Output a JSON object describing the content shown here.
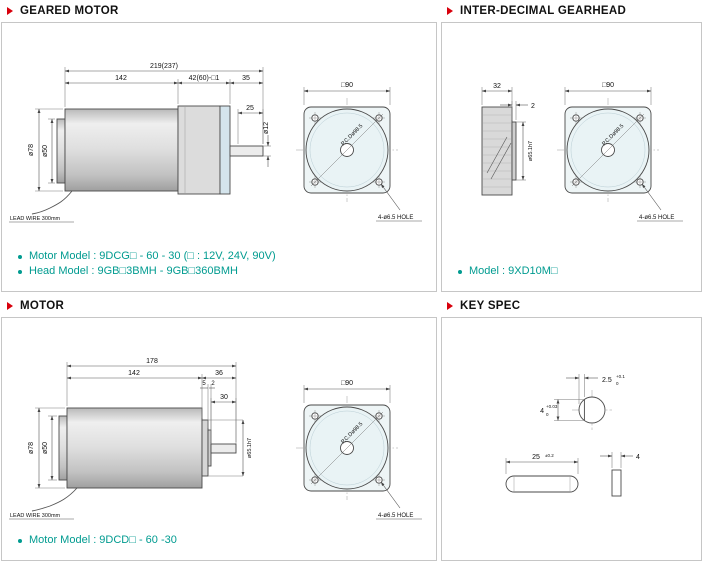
{
  "page": {
    "accent_red": "#d8000c",
    "teal": "#009b90"
  },
  "panels": {
    "geared_motor": {
      "title": "GEARED MOTOR",
      "bullets": [
        {
          "label": "Motor Model : 9DCG□ - 60 - 30 (□ : 12V, 24V, 90V)"
        },
        {
          "label": "Head Model : 9GB□3BMH - 9GB□360BMH"
        }
      ],
      "dims": {
        "overall": "219(237)",
        "body": "142",
        "gearhead": "42(60)-□1",
        "shaft": "35",
        "shaft_usable": "25",
        "body_dia": "ø78",
        "cap_dia": "ø50",
        "shaft_dia": "ø12",
        "flange": "□90",
        "pcd": "P.C.Dø98.5",
        "holes": "4-ø6.5 HOLE",
        "lead_wire": "LEAD WIRE 300mm"
      }
    },
    "inter_decimal_gearhead": {
      "title": "INTER-DECIMAL GEARHEAD",
      "bullets": [
        {
          "label": "Model : 9XD10M□"
        }
      ],
      "dims": {
        "width": "32",
        "pilot_depth": "2",
        "pilot_dia": "ø65.1h7",
        "flange": "□90",
        "pcd": "P.C.Dø98.5",
        "holes": "4-ø6.5 HOLE"
      }
    },
    "motor": {
      "title": "MOTOR",
      "bullets": [
        {
          "label": "Motor Model : 9DCD□ - 60 -30"
        }
      ],
      "dims": {
        "overall": "178",
        "body": "142",
        "shaft": "36",
        "step1": "5",
        "step2": "2",
        "shaft_usable": "30",
        "body_dia": "ø78",
        "cap_dia": "ø50",
        "pilot_dia": "ø65.1h7",
        "flange": "□90",
        "pcd": "P.C.Dø98.5",
        "holes": "4-ø6.5 HOLE",
        "lead_wire": "LEAD WIRE 300mm"
      }
    },
    "key_spec": {
      "title": "KEY SPEC",
      "dims": {
        "flat_width": "4",
        "flat_width_tol_hi": "+0.03",
        "flat_width_tol_lo": "0",
        "flat_depth": "2.5",
        "flat_depth_tol_hi": "+0.1",
        "flat_depth_tol_lo": "0",
        "flat_length": "25",
        "flat_length_tol": "±0.2",
        "end_width": "4"
      }
    }
  }
}
